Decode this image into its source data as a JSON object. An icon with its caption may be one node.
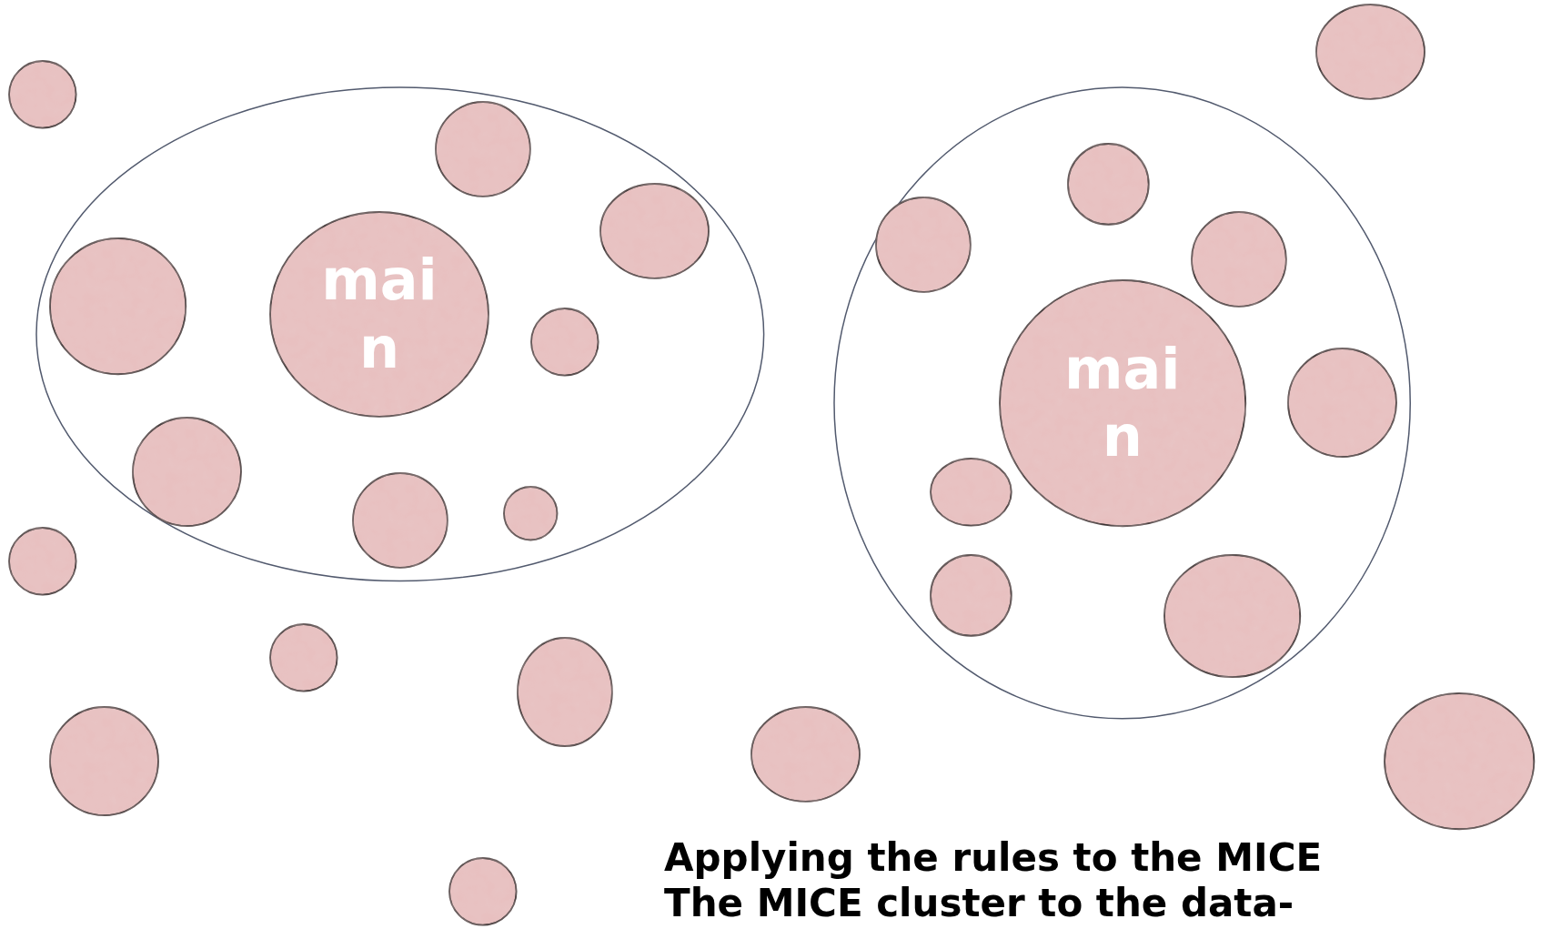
{
  "diagram": {
    "nodes": [
      {
        "text": [],
        "shape": "ellipse"
      },
      {
        "text": [
          "main"
        ],
        "in": 0
      },
      {
        "text": [],
        "shape": "circle",
        "in": 0
      },
      {
        "text": [],
        "shape": "ellipse",
        "in": 0
      },
      {
        "text": [],
        "shape": "circle",
        "in": 0
      },
      {
        "text": [],
        "shape": "circle",
        "in": 0
      },
      {
        "text": [],
        "shape": "circle",
        "in": 0
      },
      {
        "text": [],
        "shape": "circle",
        "in": 0
      },
      {
        "text": [],
        "shape": "circle",
        "in": 0
      },
      {
        "text": [],
        "shape": "ellipse"
      },
      {
        "text": [
          "main"
        ],
        "in": 9
      },
      {
        "text": [],
        "shape": "circle",
        "in": 9
      },
      {
        "text": [],
        "shape": "circle",
        "in": 9
      },
      {
        "text": [],
        "shape": "circle",
        "in": 9
      },
      {
        "text": [],
        "shape": "circle",
        "in": 9
      },
      {
        "text": [],
        "shape": "ellipse",
        "in": 9
      },
      {
        "text": [],
        "shape": "circle",
        "in": 9
      },
      {
        "text": [],
        "shape": "ellipse",
        "in": 9
      },
      {
        "text": [],
        "shape": "circle"
      },
      {
        "text": [],
        "shape": "ellipse"
      },
      {
        "text": [],
        "shape": "circle"
      },
      {
        "text": [],
        "shape": "circle"
      },
      {
        "text": [],
        "shape": "ellipse"
      },
      {
        "text": [],
        "shape": "circle"
      },
      {
        "text": [],
        "shape": "ellipse"
      },
      {
        "text": [],
        "shape": "ellipse"
      },
      {
        "text": [],
        "shape": "circle"
      }
    ],
    "edges": [],
    "labels": [
      "Applying the rules to the MICE",
      "The MICE cluster to the data-"
    ]
  }
}
